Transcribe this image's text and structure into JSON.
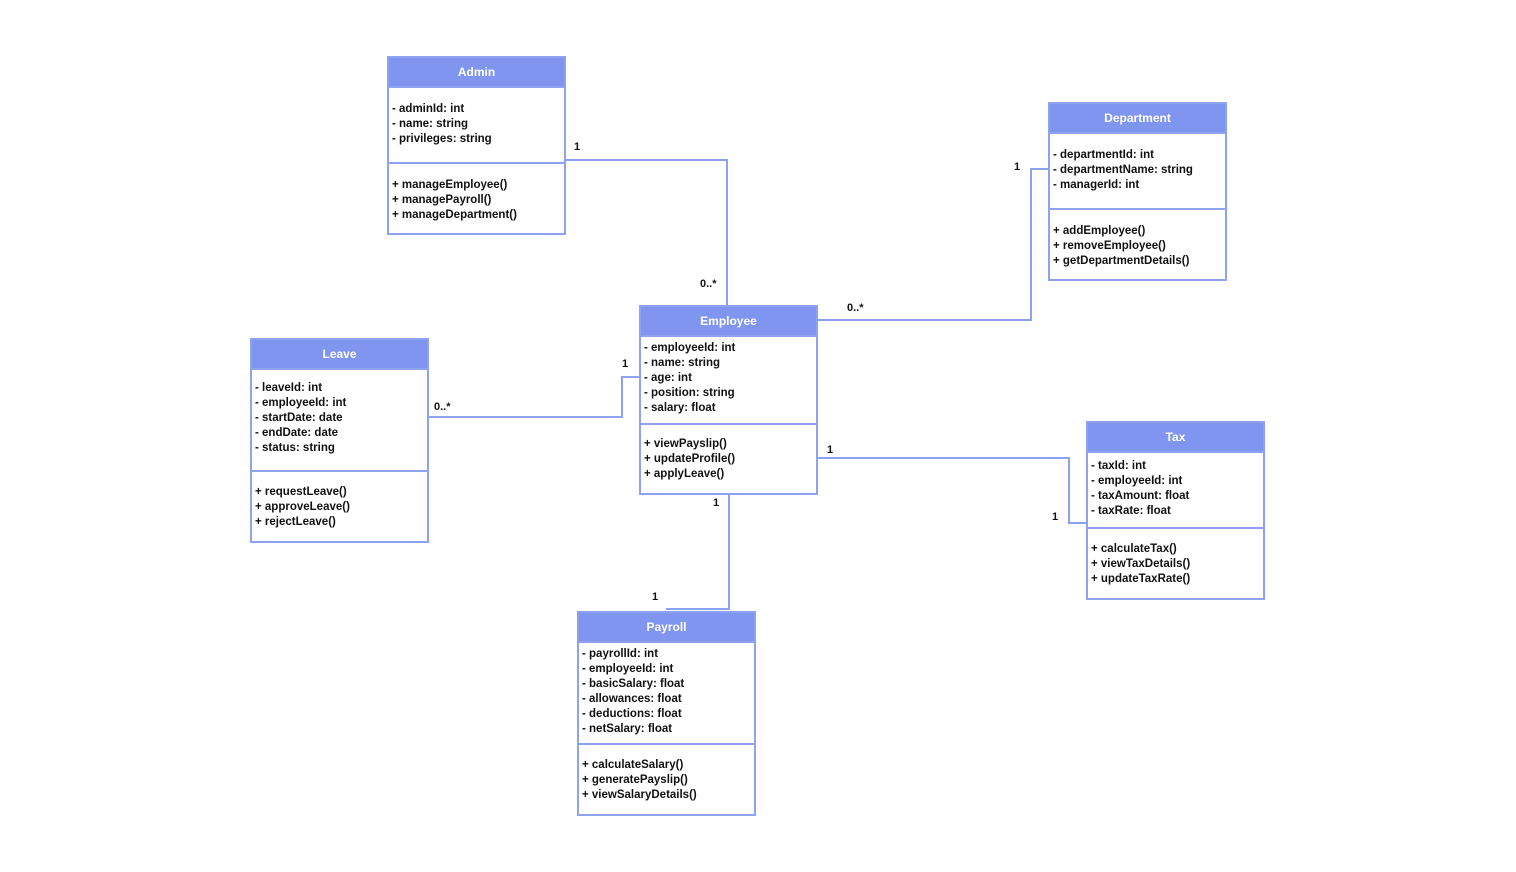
{
  "colors": {
    "header_fill": "#7f95f0",
    "border": "#8ea2f2",
    "line": "#8ea2f2",
    "text": "#111111",
    "header_text": "#ffffff"
  },
  "classes": {
    "admin": {
      "name": "Admin",
      "attributes": [
        "- adminId: int",
        "- name: string",
        "- privileges: string"
      ],
      "methods": [
        "+ manageEmployee()",
        "+ managePayroll()",
        "+ manageDepartment()"
      ]
    },
    "department": {
      "name": "Department",
      "attributes": [
        "- departmentId: int",
        "- departmentName: string",
        "- managerId: int"
      ],
      "methods": [
        "+ addEmployee()",
        "+ removeEmployee()",
        "+ getDepartmentDetails()"
      ]
    },
    "employee": {
      "name": "Employee",
      "attributes": [
        "- employeeId: int",
        "- name: string",
        "- age: int",
        "- position: string",
        "- salary: float"
      ],
      "methods": [
        "+ viewPayslip()",
        "+ updateProfile()",
        "+ applyLeave()"
      ]
    },
    "leave": {
      "name": "Leave",
      "attributes": [
        "- leaveId: int",
        "- employeeId: int",
        "- startDate: date",
        "- endDate: date",
        "- status: string"
      ],
      "methods": [
        "+ requestLeave()",
        "+ approveLeave()",
        "+ rejectLeave()"
      ]
    },
    "tax": {
      "name": "Tax",
      "attributes": [
        "- taxId: int",
        "- employeeId: int",
        "- taxAmount: float",
        "- taxRate: float"
      ],
      "methods": [
        "+ calculateTax()",
        "+ viewTaxDetails()",
        "+ updateTaxRate()"
      ]
    },
    "payroll": {
      "name": "Payroll",
      "attributes": [
        "- payrollId: int",
        "- employeeId: int",
        "- basicSalary: float",
        "- allowances: float",
        "- deductions: float",
        "- netSalary: float"
      ],
      "methods": [
        "+ calculateSalary()",
        "+ generatePayslip()",
        "+ viewSalaryDetails()"
      ]
    }
  },
  "associations": {
    "admin_employee": {
      "from_mult": "1",
      "to_mult": "0..*"
    },
    "department_employee": {
      "from_mult": "1",
      "to_mult": "0..*"
    },
    "employee_leave": {
      "from_mult": "1",
      "to_mult": "0..*"
    },
    "employee_tax": {
      "from_mult": "1",
      "to_mult": "1"
    },
    "employee_payroll": {
      "from_mult": "1",
      "to_mult": "1"
    }
  }
}
